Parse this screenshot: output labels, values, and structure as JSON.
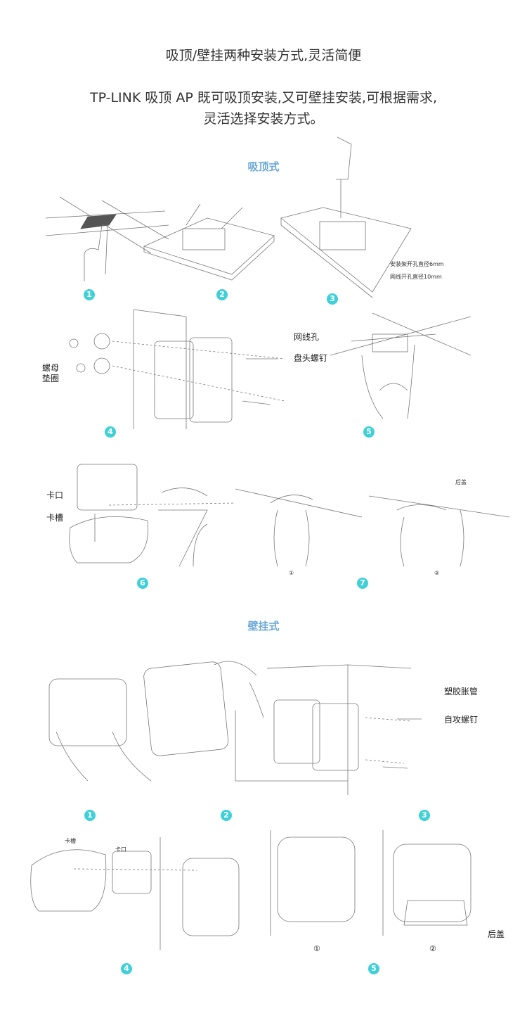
{
  "header": {
    "title": "吸顶/壁挂两种安装方式,灵活简便",
    "subtitle_line1": "TP-LINK 吸顶 AP 既可吸顶安装,又可壁挂安装,可根据需求,",
    "subtitle_line2": "灵活选择安装方式。"
  },
  "ceiling": {
    "heading": "吸顶式",
    "steps": [
      "1",
      "2",
      "3",
      "4",
      "5",
      "6",
      "7"
    ],
    "labels": {
      "bracket_hole": "安装架开孔直径6mm",
      "cable_hole_size": "网线开孔直径10mm",
      "nut": "螺母",
      "washer": "垫圈",
      "cable_hole": "网线孔",
      "pan_screw": "盘头螺钉",
      "clip": "卡口",
      "slot": "卡槽",
      "back_cover": "后盖",
      "sub1": "①",
      "sub2": "②"
    }
  },
  "wall": {
    "heading": "壁挂式",
    "steps": [
      "1",
      "2",
      "3",
      "4",
      "5"
    ],
    "labels": {
      "anchor": "塑胶胀管",
      "self_tap_screw": "自攻螺钉",
      "slot": "卡槽",
      "clip": "卡口",
      "back_cover": "后盖",
      "sub1": "①",
      "sub2": "②"
    }
  },
  "colors": {
    "accent": "#3fd0d8",
    "heading": "#6aa8d8"
  }
}
